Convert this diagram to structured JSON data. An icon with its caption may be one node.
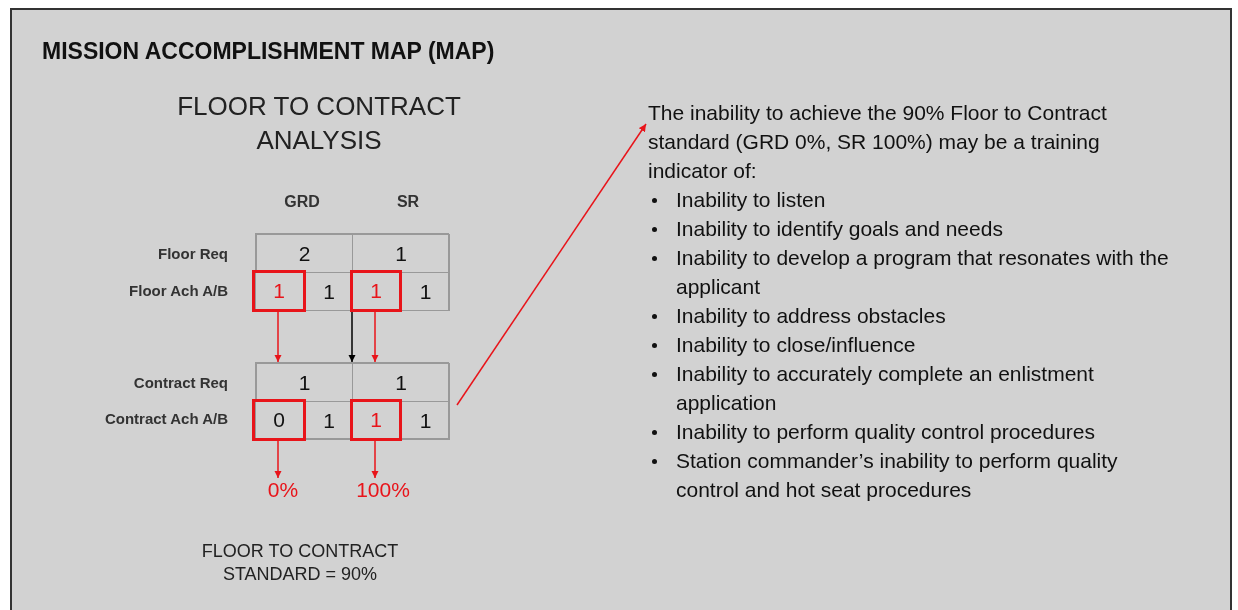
{
  "diagram": {
    "title": "MISSION ACCOMPLISHMENT MAP (MAP)",
    "nodes": [
      {
        "text": [],
        "shape": "box"
      },
      {
        "text": [
          "2"
        ],
        "in": 0
      },
      {
        "text": [
          "1"
        ],
        "in": 0
      },
      {
        "text": [
          "1"
        ],
        "in": 0
      },
      {
        "text": [
          "1"
        ],
        "in": 0
      },
      {
        "text": [
          "1"
        ],
        "in": 0
      },
      {
        "text": [
          "1"
        ],
        "in": 0
      },
      {
        "text": [],
        "shape": "box"
      },
      {
        "text": [
          "1"
        ],
        "in": 7
      },
      {
        "text": [
          "1"
        ],
        "in": 7
      },
      {
        "text": [
          "0"
        ],
        "in": 7
      },
      {
        "text": [
          "1"
        ],
        "in": 7
      },
      {
        "text": [
          "1"
        ],
        "in": 7
      },
      {
        "text": [
          "1"
        ],
        "in": 7
      },
      {
        "text": [
          "0%"
        ]
      },
      {
        "text": [
          "100%"
        ]
      },
      {
        "text": [
          "The inability to achieve the 90% Floor to Contract standard (GRD 0%, SR 100%) may be a training indicator of:",
          "Inability to listen",
          "Inability to identify goals and needs",
          "Inability to develop a program that resonates with the applicant",
          "Inability to address obstacles",
          "Inability to close/influence",
          "Inability to accurately complete an enlistment application",
          "Inability to perform quality control procedures",
          "Station commander’s inability to perform quality control and hot seat procedures"
        ]
      }
    ],
    "edges": [
      {
        "from": 3,
        "to": 8,
        "arrow": "to"
      },
      {
        "from": 5,
        "to": 9,
        "arrow": "to"
      },
      {
        "from": 0,
        "to": 7,
        "arrow": "to",
        "color": "#000000"
      },
      {
        "from": 10,
        "to": 14,
        "arrow": "to"
      },
      {
        "from": 12,
        "to": 15,
        "arrow": "to"
      },
      {
        "from": 7,
        "to": 16,
        "arrow": "to"
      }
    ],
    "labels": [
      "FLOOR TO CONTRACT ANALYSIS",
      "GRD",
      "SR",
      "Floor Req",
      "Floor Ach A/B",
      "Contract Req",
      "Contract Ach A/B",
      "FLOOR TO CONTRACT STANDARD = 90%"
    ]
  }
}
